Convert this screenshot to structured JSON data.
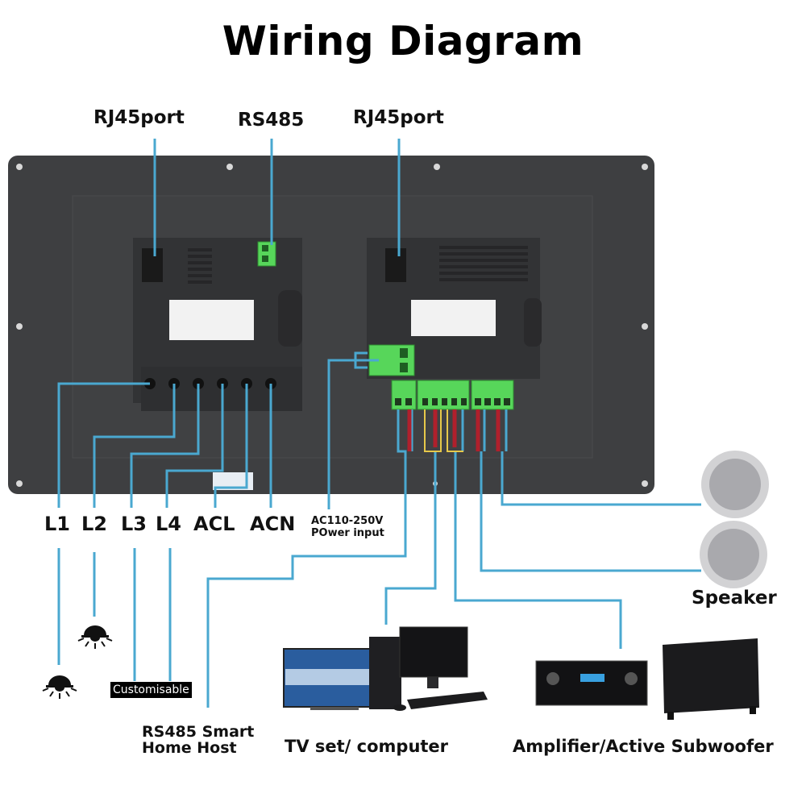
{
  "title": "Wiring Diagram",
  "top_ports": [
    {
      "id": "rj45-left",
      "label": "RJ45port"
    },
    {
      "id": "rs485",
      "label": "RS485"
    },
    {
      "id": "rj45-right",
      "label": "RJ45port"
    }
  ],
  "terminals": [
    {
      "id": "l1",
      "label": "L1"
    },
    {
      "id": "l2",
      "label": "L2"
    },
    {
      "id": "l3",
      "label": "L3"
    },
    {
      "id": "l4",
      "label": "L4"
    },
    {
      "id": "acl",
      "label": "ACL"
    },
    {
      "id": "acn",
      "label": "ACN"
    }
  ],
  "power_input": {
    "line1": "AC110-250V",
    "line2": "POwer input"
  },
  "customisable_label": "Customisable",
  "devices": {
    "rs485_host": {
      "line1": "RS485 Smart",
      "line2": "Home Host"
    },
    "tv_computer": "TV set/  computer",
    "amplifier_subwoofer": "Amplifier/Active Subwoofer",
    "speaker": "Speaker"
  },
  "colors": {
    "wire_blue": "#4aa8d0",
    "wire_red": "#b0202c",
    "wire_yellow": "#e6c84a",
    "terminal_green": "#57d65a",
    "panel": "#3e3f41",
    "panel_inner": "#353638"
  }
}
